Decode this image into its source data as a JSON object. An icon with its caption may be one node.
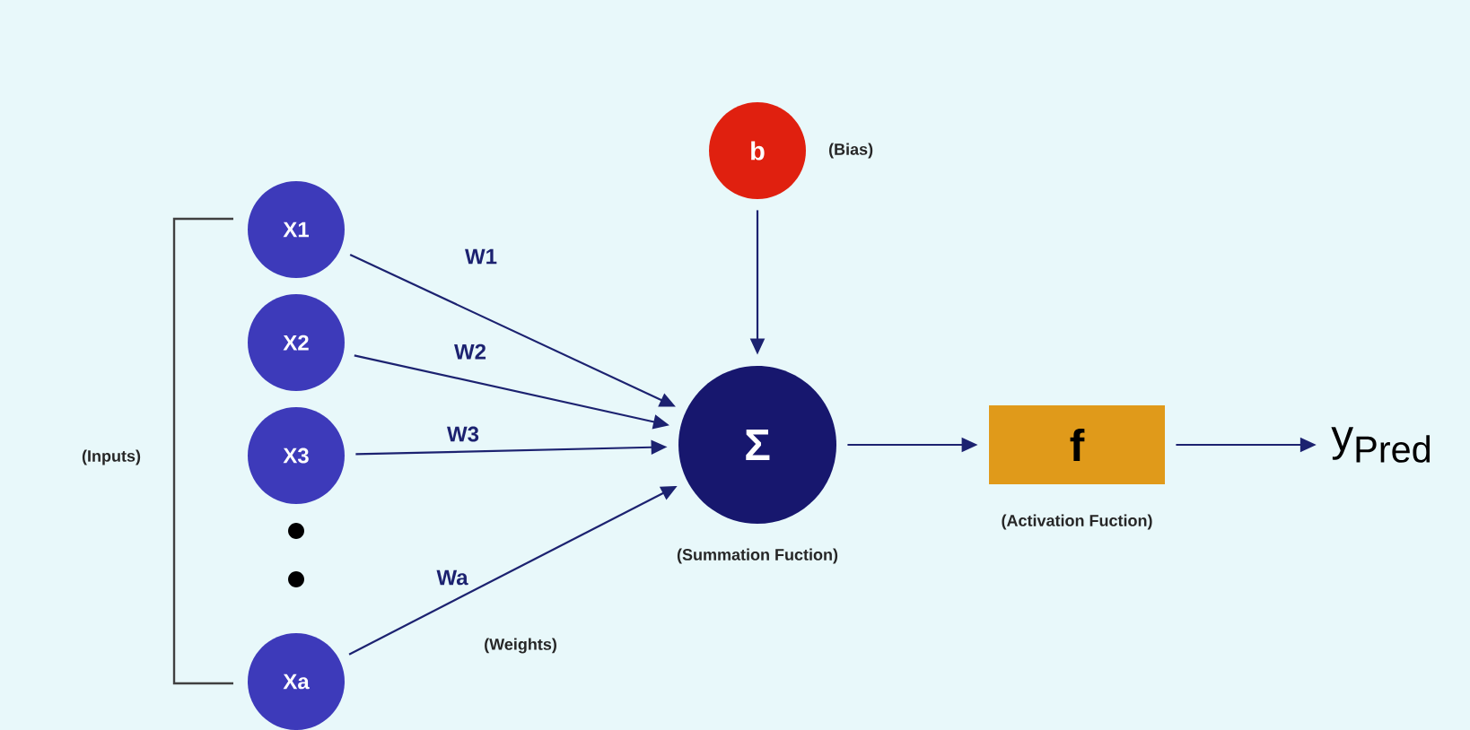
{
  "diagram": {
    "nodes": [
      {
        "text": [
          "X1"
        ]
      },
      {
        "text": [
          "X2"
        ]
      },
      {
        "text": [
          "X3"
        ]
      },
      {
        "text": [
          "Xa"
        ]
      },
      {
        "text": [
          "b"
        ],
        "beside": [
          "(Bias)"
        ]
      },
      {
        "text": [
          "Σ"
        ],
        "beside": [
          "(Summation Fuction)"
        ]
      },
      {
        "text": [
          "f"
        ],
        "beside": [
          "(Activation Fuction)"
        ]
      },
      {
        "text": [
          "y$_{Pred}$"
        ]
      }
    ],
    "edges": [
      {
        "from": 0,
        "to": 5,
        "arrow": "to",
        "label": "W1"
      },
      {
        "from": 1,
        "to": 5,
        "arrow": "to",
        "label": "W2"
      },
      {
        "from": 2,
        "to": 5,
        "arrow": "to",
        "label": "W3"
      },
      {
        "from": 3,
        "to": 5,
        "arrow": "to",
        "label": "Wa"
      },
      {
        "from": 4,
        "to": 5,
        "arrow": "to"
      },
      {
        "from": 5,
        "to": 6,
        "arrow": "to"
      },
      {
        "from": 6,
        "to": 7,
        "arrow": "to"
      }
    ],
    "labels": [
      "(Inputs)",
      "(Weights)"
    ]
  }
}
